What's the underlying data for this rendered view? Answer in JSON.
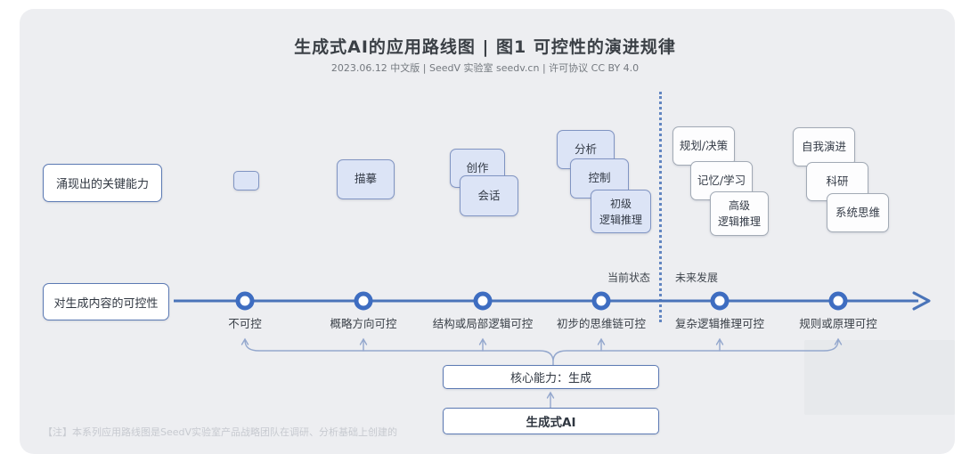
{
  "header": {
    "title": "生成式AI的应用路线图 | 图1 可控性的演进规律",
    "subtitle": "2023.06.12 中文版 | SeedV 实验室 seedv.cn | 许可协议 CC BY 4.0"
  },
  "row_labels": {
    "capabilities": "涌现出的关键能力",
    "controllability": "对生成内容的可控性"
  },
  "capabilities": {
    "items": [
      {
        "label": "",
        "phase": "current"
      },
      {
        "label": "描摹",
        "phase": "current"
      },
      {
        "label": "创作",
        "phase": "current"
      },
      {
        "label": "会话",
        "phase": "current"
      },
      {
        "label": "分析",
        "phase": "current"
      },
      {
        "label": "控制",
        "phase": "current"
      },
      {
        "label": "初级\n逻辑推理",
        "phase": "current"
      },
      {
        "label": "规划/决策",
        "phase": "future"
      },
      {
        "label": "记忆/学习",
        "phase": "future"
      },
      {
        "label": "高级\n逻辑推理",
        "phase": "future"
      },
      {
        "label": "自我演进",
        "phase": "future"
      },
      {
        "label": "科研",
        "phase": "future"
      },
      {
        "label": "系统思维",
        "phase": "future"
      }
    ]
  },
  "timeline": {
    "current_label": "当前状态",
    "future_label": "未来发展",
    "nodes": [
      "不可控",
      "概略方向可控",
      "结构或局部逻辑可控",
      "初步的思维链可控",
      "复杂逻辑推理可控",
      "规则或原理可控"
    ]
  },
  "bottom": {
    "core_capability": "核心能力：生成",
    "genai": "生成式AI"
  },
  "footnote": "【注】本系列应用路线图是SeedV实验室产品战略团队在调研、分析基础上创建的",
  "colors": {
    "panel_bg": "#edeef1",
    "accent_blue": "#3e6dc1",
    "line_blue": "#4a74b9",
    "box_blue_fill": "#dce4f6",
    "box_blue_border": "#8094c2",
    "box_white_border": "#a2aab5",
    "label_border": "#5b79b3",
    "bracket": "#93a7cd"
  }
}
